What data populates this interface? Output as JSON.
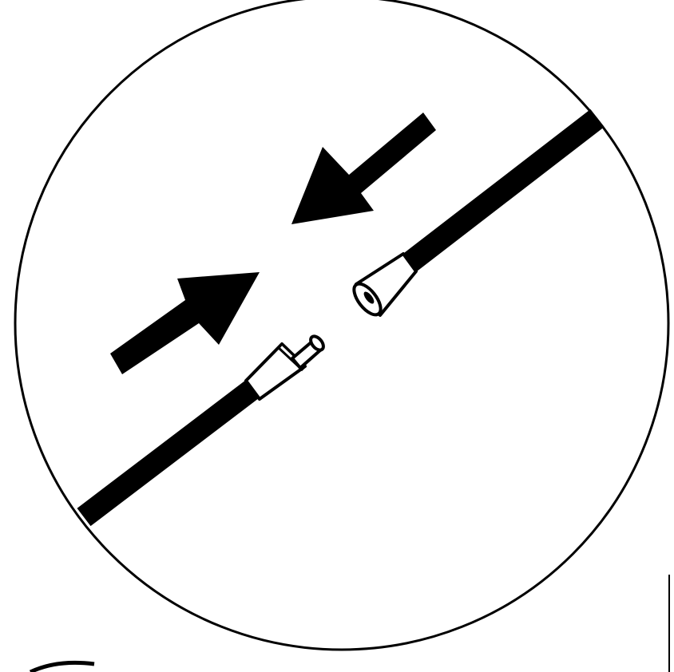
{
  "diagram": {
    "description_icon": "connector-coupling-icon",
    "elements": {
      "frame": "circle-frame",
      "left_cable": "cable-with-male-plug",
      "right_cable": "cable-with-female-socket",
      "arrow_in_from_upper_right": "arrow-pointing-down-left",
      "arrow_in_from_lower_left": "arrow-pointing-up-right"
    },
    "colors": {
      "ink": "#000000",
      "paper": "#ffffff"
    }
  }
}
